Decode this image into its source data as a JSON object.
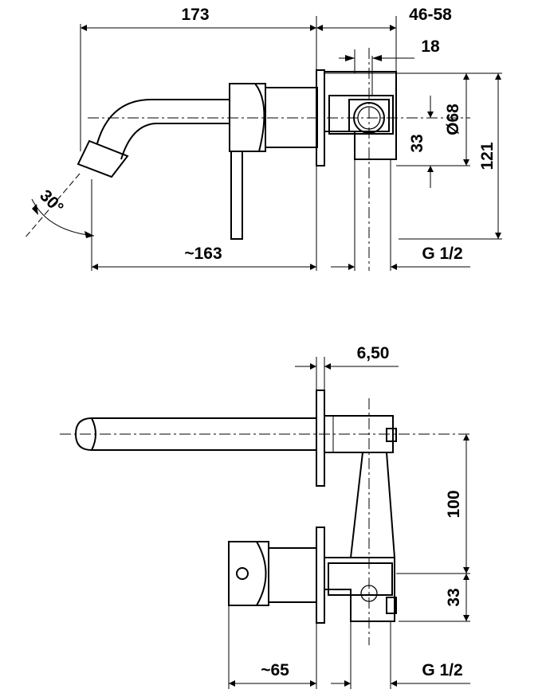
{
  "top_view": {
    "dim_total_length": "173",
    "dim_wall_range": "46-58",
    "dim_offset": "18",
    "dim_diameter": "Ø68",
    "dim_height_small": "33",
    "dim_height_total": "121",
    "dim_angle": "30°",
    "dim_spout_length": "~163",
    "dim_thread": "G 1/2"
  },
  "side_view": {
    "dim_plate": "6,50",
    "dim_distance": "100",
    "dim_height_small": "33",
    "dim_handle": "~65",
    "dim_thread": "G 1/2"
  }
}
